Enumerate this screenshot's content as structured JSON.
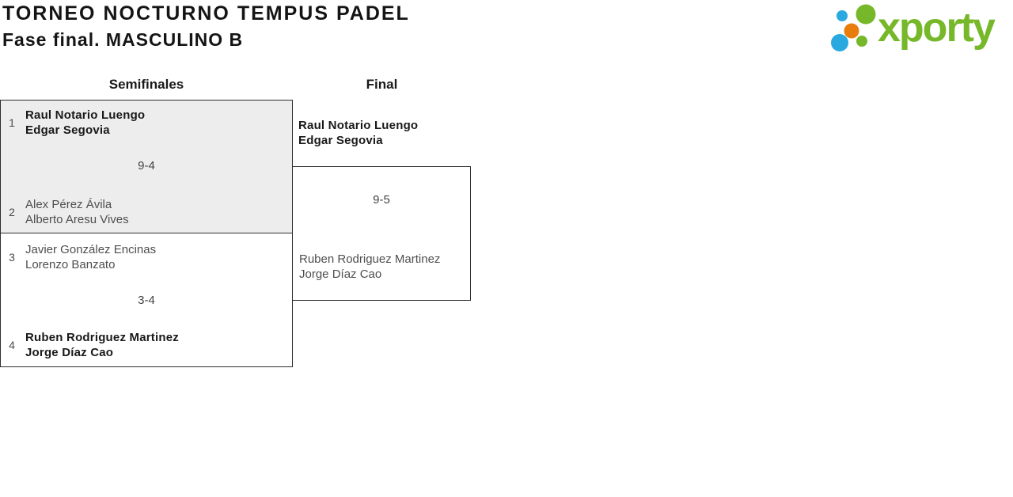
{
  "page": {
    "title_line1": "TORNEO NOCTURNO TEMPUS PADEL",
    "title_line2": "Fase final. MASCULINO B"
  },
  "logo": {
    "brand": "xporty",
    "colors": {
      "green": "#76b82a",
      "blue": "#29a9e0",
      "orange": "#e87d0d"
    }
  },
  "rounds": {
    "semifinals_label": "Semifinales",
    "final_label": "Final"
  },
  "bracket": {
    "semifinal_1": {
      "team_a": {
        "seed": "1",
        "player1": "Raul Notario Luengo",
        "player2": "Edgar Segovia",
        "winner": true
      },
      "score": "9-4",
      "team_b": {
        "seed": "2",
        "player1": "Alex Pérez Ávila",
        "player2": "Alberto Aresu Vives",
        "winner": false
      }
    },
    "semifinal_2": {
      "team_a": {
        "seed": "3",
        "player1": "Javier González Encinas",
        "player2": "Lorenzo Banzato",
        "winner": false
      },
      "score": "3-4",
      "team_b": {
        "seed": "4",
        "player1": "Ruben Rodriguez Martinez",
        "player2": "Jorge Díaz Cao",
        "winner": true
      }
    },
    "final": {
      "team_a": {
        "player1": "Raul Notario Luengo",
        "player2": "Edgar Segovia",
        "winner": true
      },
      "score": "9-5",
      "team_b": {
        "player1": "Ruben Rodriguez Martinez",
        "player2": "Jorge Díaz Cao",
        "winner": false
      }
    }
  }
}
